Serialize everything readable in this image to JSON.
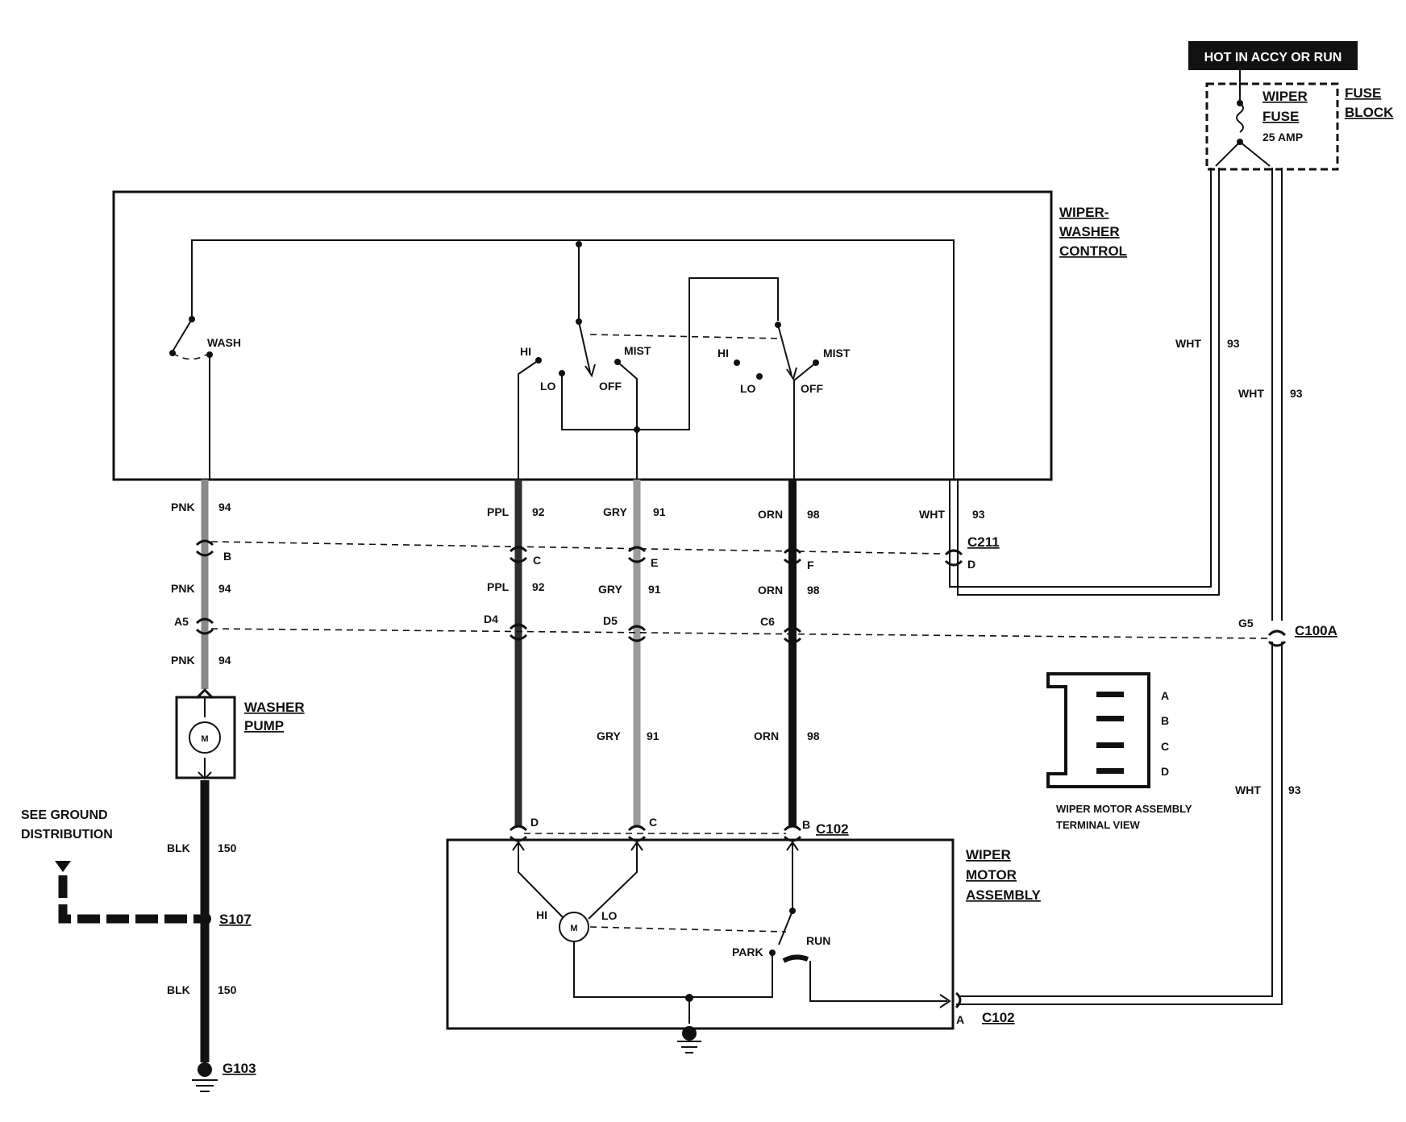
{
  "hot_label": "HOT IN ACCY OR RUN",
  "fuse": {
    "name_line1": "WIPER",
    "name_line2": "FUSE",
    "rating": "25 AMP",
    "block_line1": "FUSE",
    "block_line2": "BLOCK"
  },
  "control": {
    "line1": "WIPER-",
    "line2": "WASHER",
    "line3": "CONTROL"
  },
  "switch_labels": {
    "wash": "WASH",
    "hi": "HI",
    "lo": "LO",
    "off": "OFF",
    "mist": "MIST"
  },
  "wires": {
    "pnk": "PNK",
    "pnk_num": "94",
    "ppl": "PPL",
    "ppl_num": "92",
    "gry": "GRY",
    "gry_num": "91",
    "orn": "ORN",
    "orn_num": "98",
    "wht": "WHT",
    "wht_num": "93",
    "blk": "BLK",
    "blk_num": "150"
  },
  "connectors": {
    "c211": "C211",
    "c100a": "C100A",
    "c102": "C102",
    "pins_c211": [
      "B",
      "C",
      "E",
      "F",
      "D"
    ],
    "pins_c100a": [
      "A5",
      "D4",
      "D5",
      "C6",
      "G5"
    ],
    "pins_c102_top": [
      "D",
      "C",
      "B"
    ],
    "pin_c102_a": "A"
  },
  "washer_pump": {
    "line1": "WASHER",
    "line2": "PUMP",
    "motor": "M"
  },
  "ground": {
    "line1": "SEE GROUND",
    "line2": "DISTRIBUTION",
    "splice": "S107",
    "ground_id": "G103"
  },
  "wiper_motor": {
    "line1": "WIPER",
    "line2": "MOTOR",
    "line3": "ASSEMBLY",
    "motor": "M",
    "hi": "HI",
    "lo": "LO",
    "park": "PARK",
    "run": "RUN"
  },
  "terminal_view": {
    "pins": [
      "A",
      "B",
      "C",
      "D"
    ],
    "caption1": "WIPER MOTOR ASSEMBLY",
    "caption2": "TERMINAL VIEW"
  }
}
